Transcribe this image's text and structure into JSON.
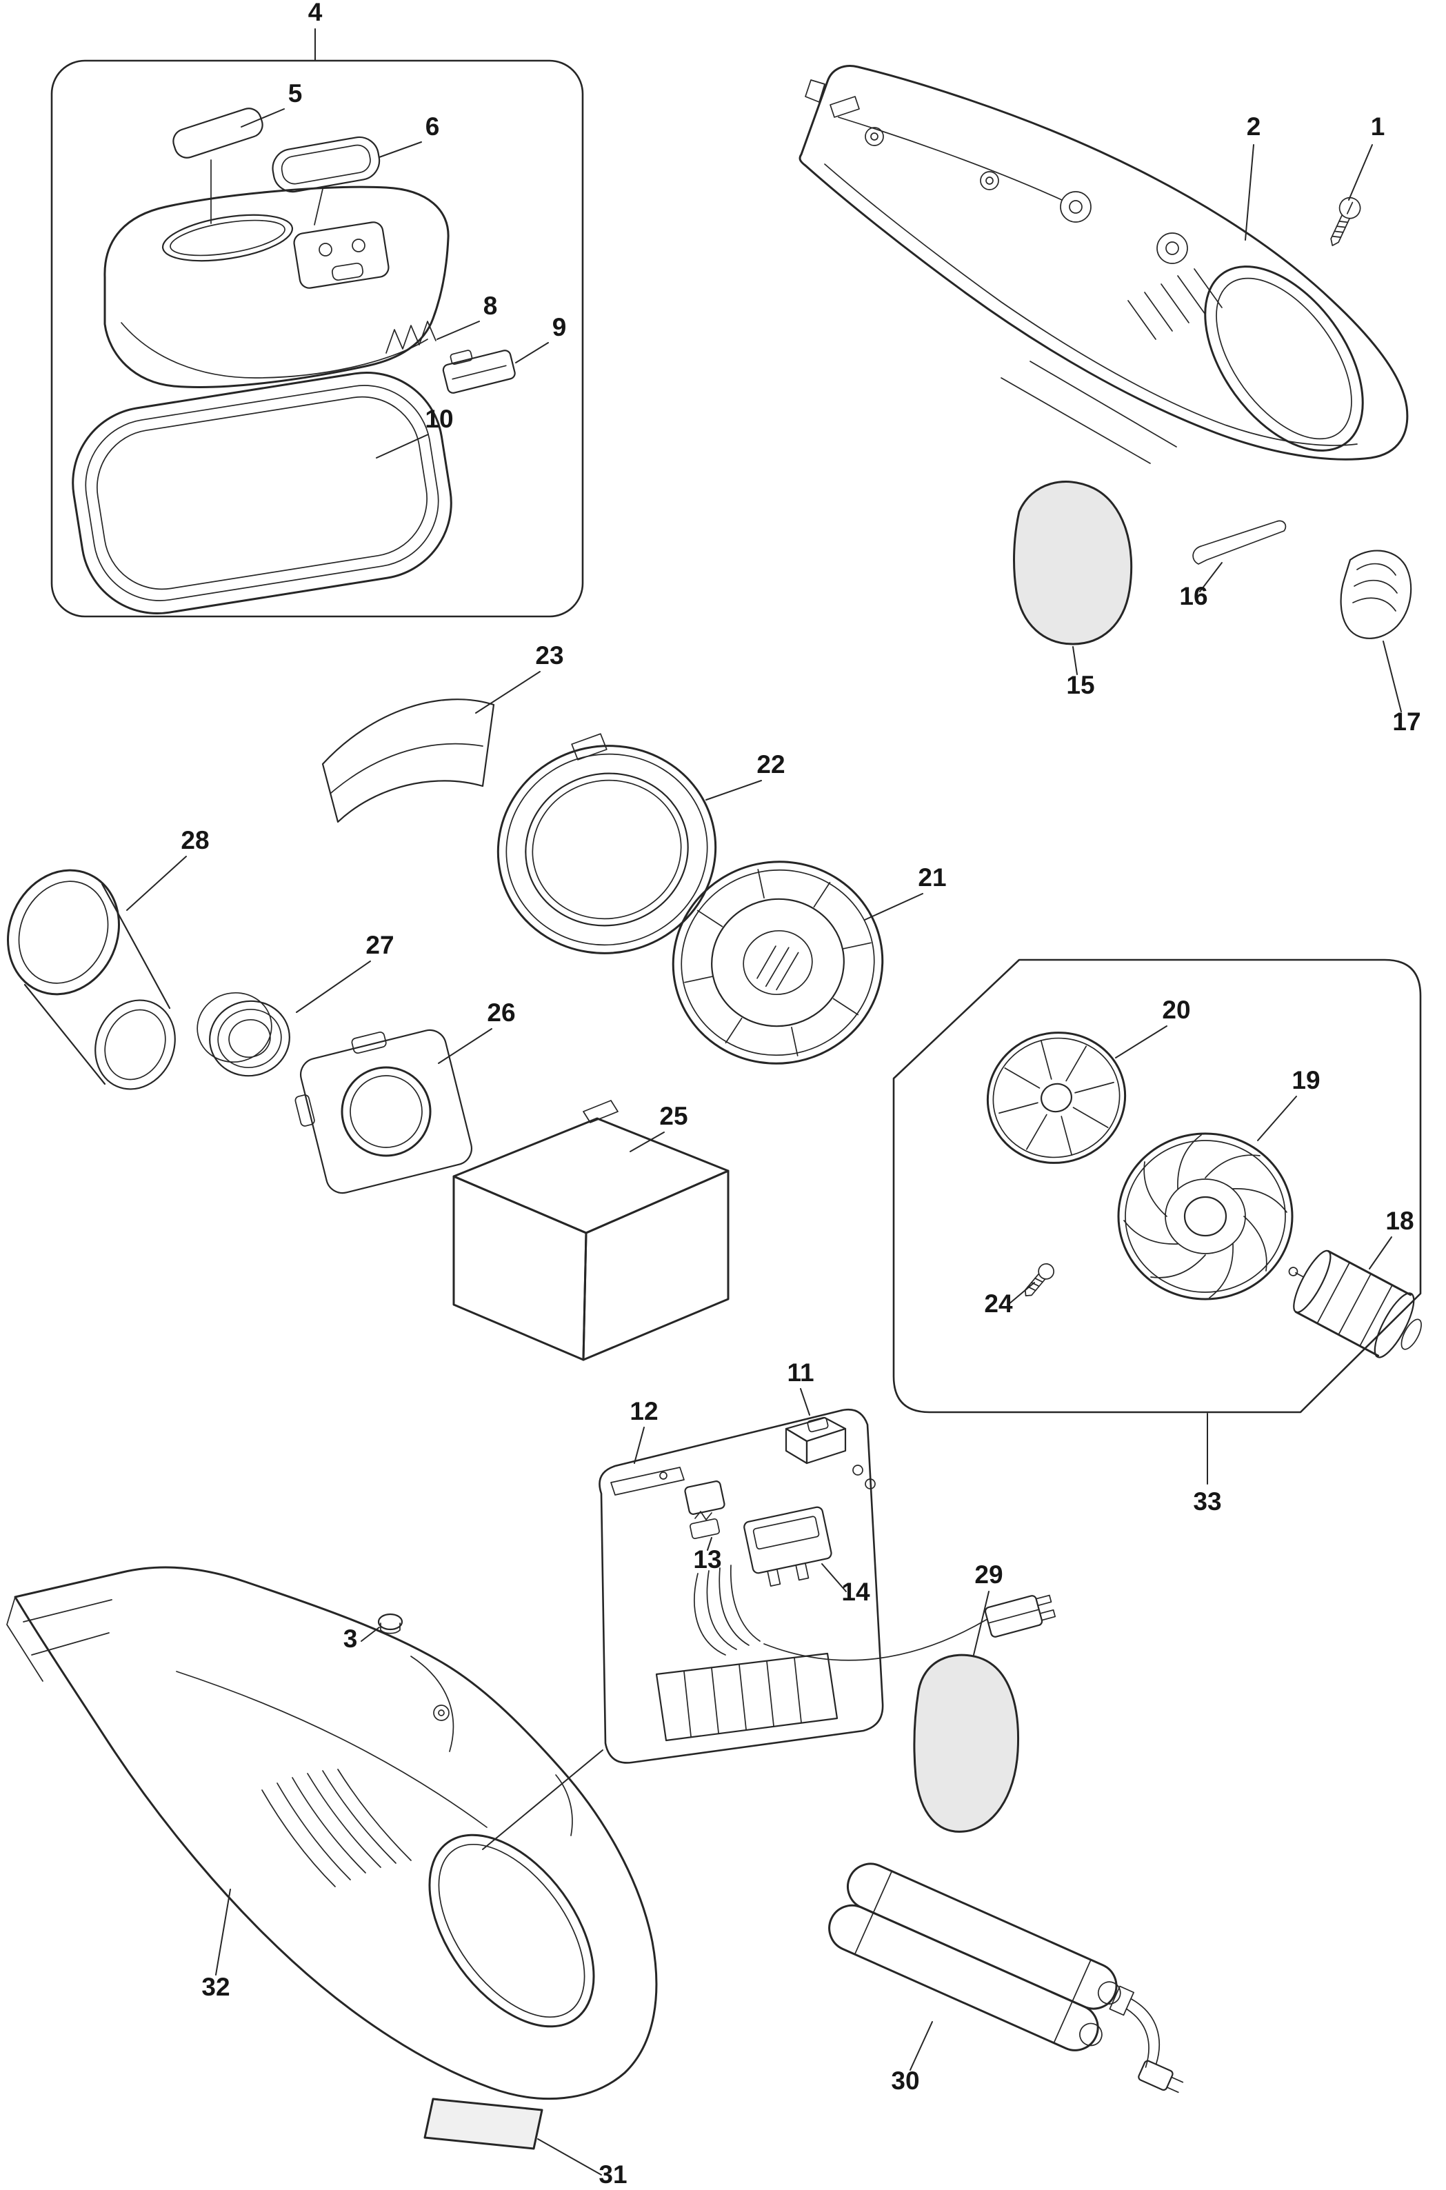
{
  "page": {
    "background": "#ffffff",
    "line_color": "#262626",
    "foam_fill": "#e8e8e8",
    "label_fill": "#f0f0f0"
  },
  "diagram": {
    "type": "exploded-parts-diagram",
    "callouts": {
      "c1": "1",
      "c2": "2",
      "c3": "3",
      "c4": "4",
      "c5": "5",
      "c6": "6",
      "c8": "8",
      "c9": "9",
      "c10": "10",
      "c11": "11",
      "c12": "12",
      "c13": "13",
      "c14": "14",
      "c15": "15",
      "c16": "16",
      "c17": "17",
      "c18": "18",
      "c19": "19",
      "c20": "20",
      "c21": "21",
      "c22": "22",
      "c23": "23",
      "c24": "24",
      "c25": "25",
      "c26": "26",
      "c27": "27",
      "c28": "28",
      "c29": "29",
      "c30": "30",
      "c31": "31",
      "c32": "32",
      "c33": "33"
    }
  }
}
